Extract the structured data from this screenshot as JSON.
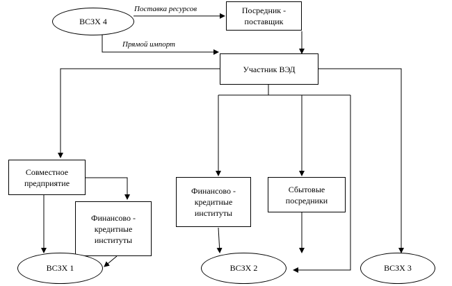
{
  "nodes": {
    "vszh4": "ВСЗХ 4",
    "posrednik": "Посредник -\nпоставщик",
    "uchastnik": "Участник ВЭД",
    "sovmestnoe": "Совместное\nпредприятие",
    "fin_left": "Финансово -\nкредитные\nинституты",
    "fin_mid": "Финансово -\nкредитные\nинституты",
    "sbytovye": "Сбытовые\nпосредники",
    "vszh1": "ВСЗХ 1",
    "vszh2": "ВСЗХ 2",
    "vszh3": "ВСЗХ 3"
  },
  "edges": {
    "postavka": "Поставка ресурсов",
    "import": "Прямой импорт"
  }
}
